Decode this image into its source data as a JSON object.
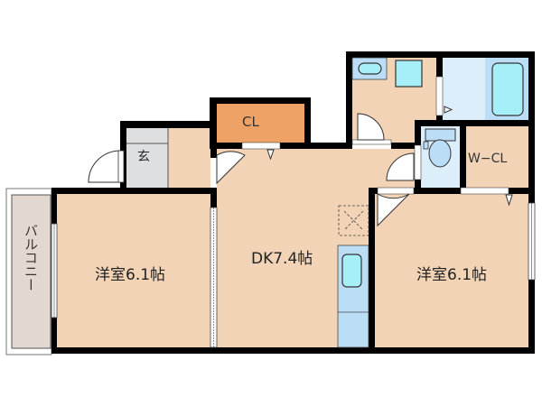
{
  "floorplan": {
    "colors": {
      "room": "#F2D3B6",
      "closet": "#EFA265",
      "entrance": "#DEDFE1",
      "wet_area": "#DDEEFB",
      "fixture_blue": "#BCDDF6",
      "fixture_cyan": "#A6EEF8",
      "balcony": "#E3D8CF",
      "wall": "#000000"
    },
    "rooms": {
      "western_room_left": {
        "label": "洋室6.1帖"
      },
      "dining_kitchen": {
        "label": "DK7.4帖"
      },
      "western_room_right": {
        "label": "洋室6.1帖"
      },
      "closet": {
        "label": "CL"
      },
      "walk_in_closet": {
        "label": "W−CL"
      },
      "entrance": {
        "label": "玄"
      },
      "balcony": {
        "label": "バルコニー"
      },
      "washroom": {
        "label": ""
      },
      "bathroom": {
        "label": ""
      },
      "toilet": {
        "label": ""
      }
    }
  }
}
